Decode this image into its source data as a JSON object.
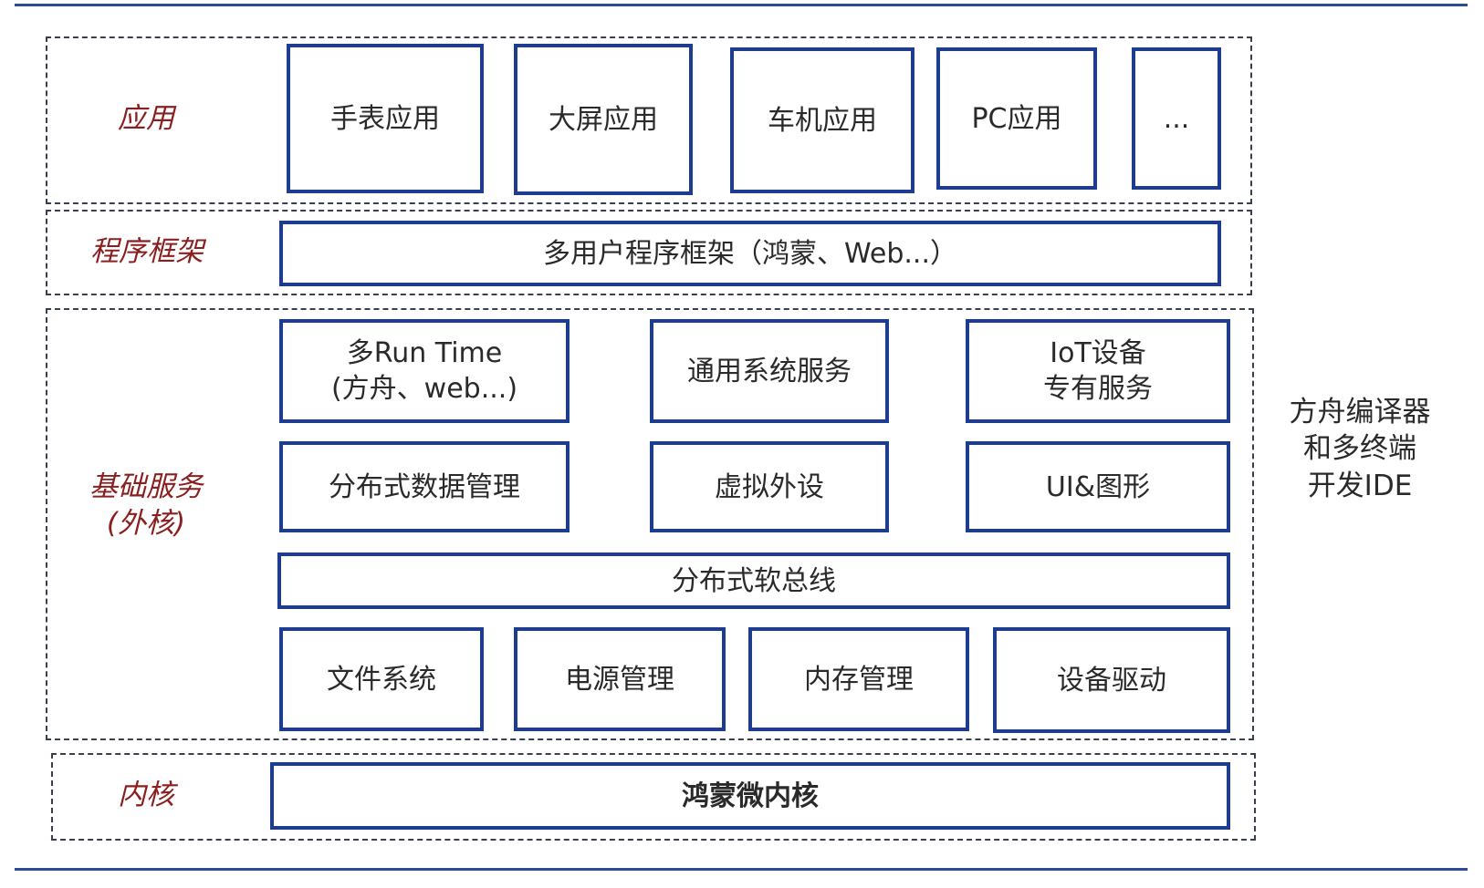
{
  "layers": {
    "app": "应用",
    "framework": "程序框架",
    "basic_services": [
      "基础服务",
      "(外核)"
    ],
    "kernel": "内核"
  },
  "apps": [
    "手表应用",
    "大屏应用",
    "车机应用",
    "PC应用",
    "..."
  ],
  "framework_box": "多用户程序框架（鸿蒙、Web...）",
  "services": {
    "runtime": [
      "多Run Time",
      "(方舟、web...)"
    ],
    "general": "通用系统服务",
    "iot": [
      "IoT设备",
      "专有服务"
    ],
    "dist_data": "分布式数据管理",
    "virtual_periph": "虚拟外设",
    "ui_graphics": "UI&图形",
    "soft_bus": "分布式软总线",
    "fs": "文件系统",
    "power": "电源管理",
    "memory": "内存管理",
    "drivers": "设备驱动"
  },
  "kernel_box": "鸿蒙微内核",
  "side_note": [
    "方舟编译器",
    "和多终端",
    "开发IDE"
  ]
}
